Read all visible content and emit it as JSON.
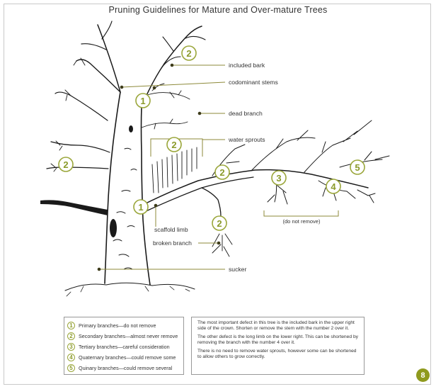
{
  "title": "Pruning Guidelines for Mature and Over-mature Trees",
  "callouts": {
    "included_bark": "included bark",
    "codominant_stems": "codominant stems",
    "dead_branch": "dead branch",
    "water_sprouts": "water sprouts",
    "scaffold_limb": "scaffold limb",
    "broken_branch": "broken branch",
    "sucker": "sucker",
    "do_not_remove": "(do not remove)"
  },
  "markers": {
    "top_right": "2",
    "codominant": "1",
    "water_sprouts": "2",
    "left_branch": "2",
    "scaffold_secondary": "2",
    "scaffold_primary": "1",
    "broken_branch": "2",
    "tertiary": "3",
    "quaternary": "4",
    "quinary": "5"
  },
  "legend": [
    {
      "num": "1",
      "label": "Primary branches—do not remove"
    },
    {
      "num": "2",
      "label": "Secondary branches—almost never remove"
    },
    {
      "num": "3",
      "label": "Tertiary branches—careful consideration"
    },
    {
      "num": "4",
      "label": "Quaternary branches—could remove some"
    },
    {
      "num": "5",
      "label": "Quinary branches—could remove several"
    }
  ],
  "note": {
    "p1": "The most important defect in this tree is the included bark in the upper right side of the crown. Shorten or remove the stem with the number 2 over it.",
    "p2": "The other defect is the long limb on the lower right. This can be shortened by removing the branch with the number 4 over it.",
    "p3": "There is no need to remove water sprouts, however some can be shortened to allow others to grow correctly."
  },
  "page_number": "8",
  "colors": {
    "accent": "#9aa63a",
    "badge": "#8f9a1e",
    "leader": "#8d8a3a",
    "text": "#333333"
  }
}
